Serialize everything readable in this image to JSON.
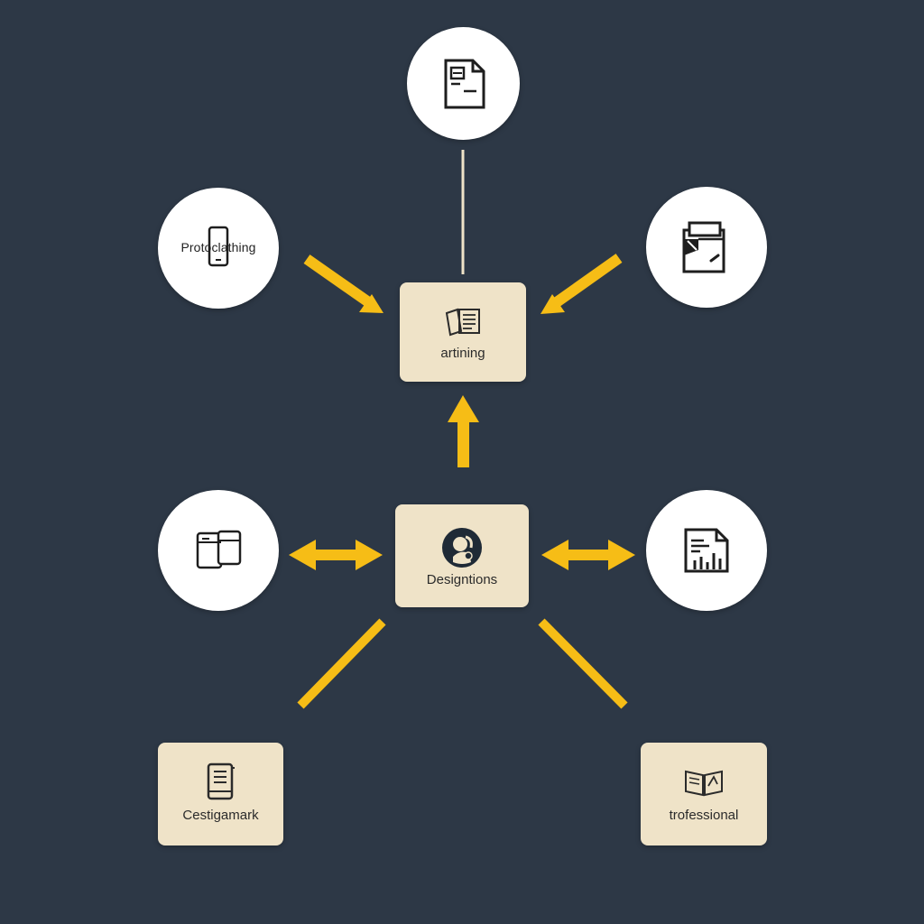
{
  "diagram": {
    "background_color": "#2d3846",
    "arrow_color": "#f6bd16",
    "box_color": "#efe3c8",
    "circle_color": "#ffffff",
    "nodes": {
      "top_circle": {
        "label": "",
        "icon": "document-icon"
      },
      "left_circle": {
        "label": "Protoclathing",
        "icon": "smartphone-icon"
      },
      "right_circle": {
        "label": "",
        "icon": "folder-tool-icon"
      },
      "mid_left_circle": {
        "label": "",
        "icon": "devices-icon"
      },
      "mid_right_circle": {
        "label": "",
        "icon": "report-chart-icon"
      },
      "center_top_box": {
        "label": "artining",
        "icon": "notes-icon"
      },
      "center_box": {
        "label": "Designtions",
        "icon": "designer-avatar-icon"
      },
      "bottom_left_box": {
        "label": "Cestigamark",
        "icon": "tablet-icon"
      },
      "bottom_right_box": {
        "label": "trofessional",
        "icon": "open-book-icon"
      }
    }
  }
}
